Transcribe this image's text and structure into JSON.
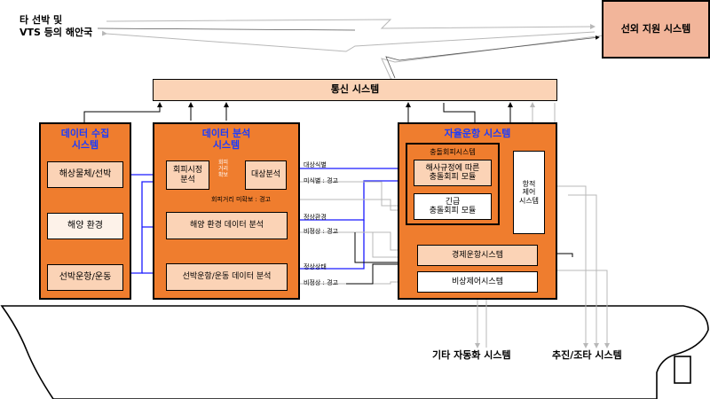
{
  "external": {
    "coastal": "타 선박 및\nVTS 등의 해안국",
    "remote_support": "선외 지원 시스템",
    "other_automation": "기타 자동화 시스템",
    "propulsion": "추진/조타 시스템"
  },
  "comm": {
    "title": "통신 시스템"
  },
  "collection": {
    "title": "데이터 수집\n시스템",
    "items": [
      "해상물체/선박",
      "해양 환경",
      "선박운항/운동"
    ]
  },
  "analysis": {
    "title": "데이터 분석\n시스템",
    "avoid_visual": "회피시정\n분석",
    "avoid_dist": "회피\n거리\n확보",
    "target": "대상분석",
    "env": "해양 환경 데이터 분석",
    "ops": "선박운항/운동 데이터 분석"
  },
  "autonomous": {
    "title": "자율운항 시스템",
    "collision_title": "충돌회피시스템",
    "maritime_rule": "해사규정에 따른\n충돌회피 모듈",
    "emergency": "긴급\n충돌회피 모듈",
    "route": "항적\n제어\n시스템",
    "economic": "경제운항시스템",
    "emergency_ctrl": "비상제어시스템"
  },
  "labels": {
    "target_id": "대상식별",
    "misid": "미식별 : 경고",
    "dist_short": "회피거리 미확보 : 경고",
    "env_normal": "정상환경",
    "env_abnormal": "비정상 : 경고",
    "ops_normal": "정상상태",
    "ops_abnormal": "비정상 : 경고"
  },
  "colors": {
    "orange": "#ef7d2e",
    "peach": "#fbd3b6",
    "blue_line": "#1a1aff",
    "gray_line": "#b8b8b8",
    "title_blue": "#1a3cff"
  }
}
